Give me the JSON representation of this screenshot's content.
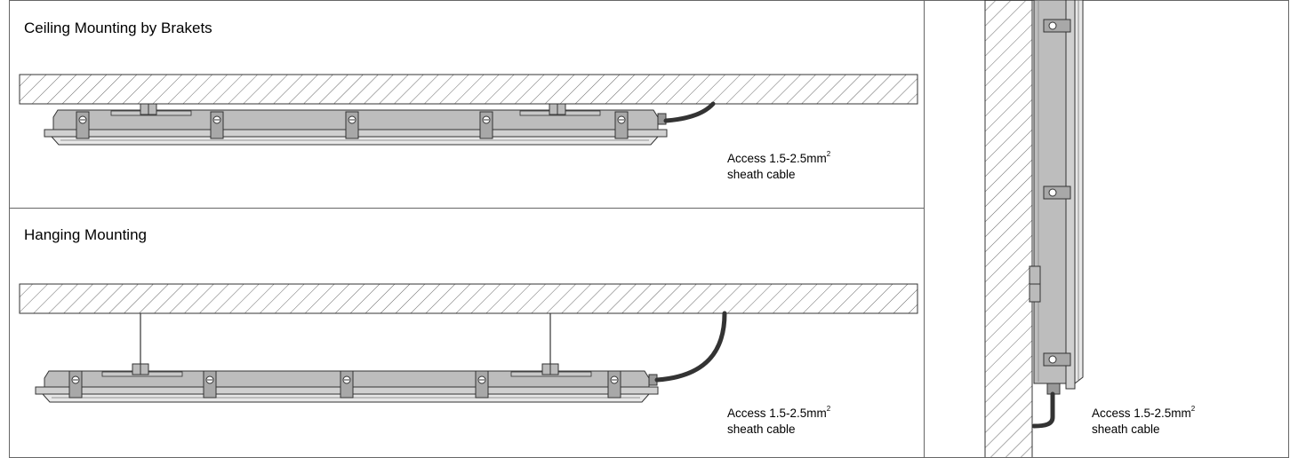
{
  "panels": {
    "ceiling": {
      "title": "Ceiling Mounting by Brakets"
    },
    "hanging": {
      "title": "Hanging Mounting"
    }
  },
  "notes": {
    "cable": {
      "text": "Access 1.5-2.5mm",
      "superscript": "2",
      "line2": "sheath cable"
    }
  },
  "colors": {
    "line": "#333333",
    "fixture_body": "#bdbdbd",
    "cable": "#333333",
    "frame": "#666666"
  }
}
